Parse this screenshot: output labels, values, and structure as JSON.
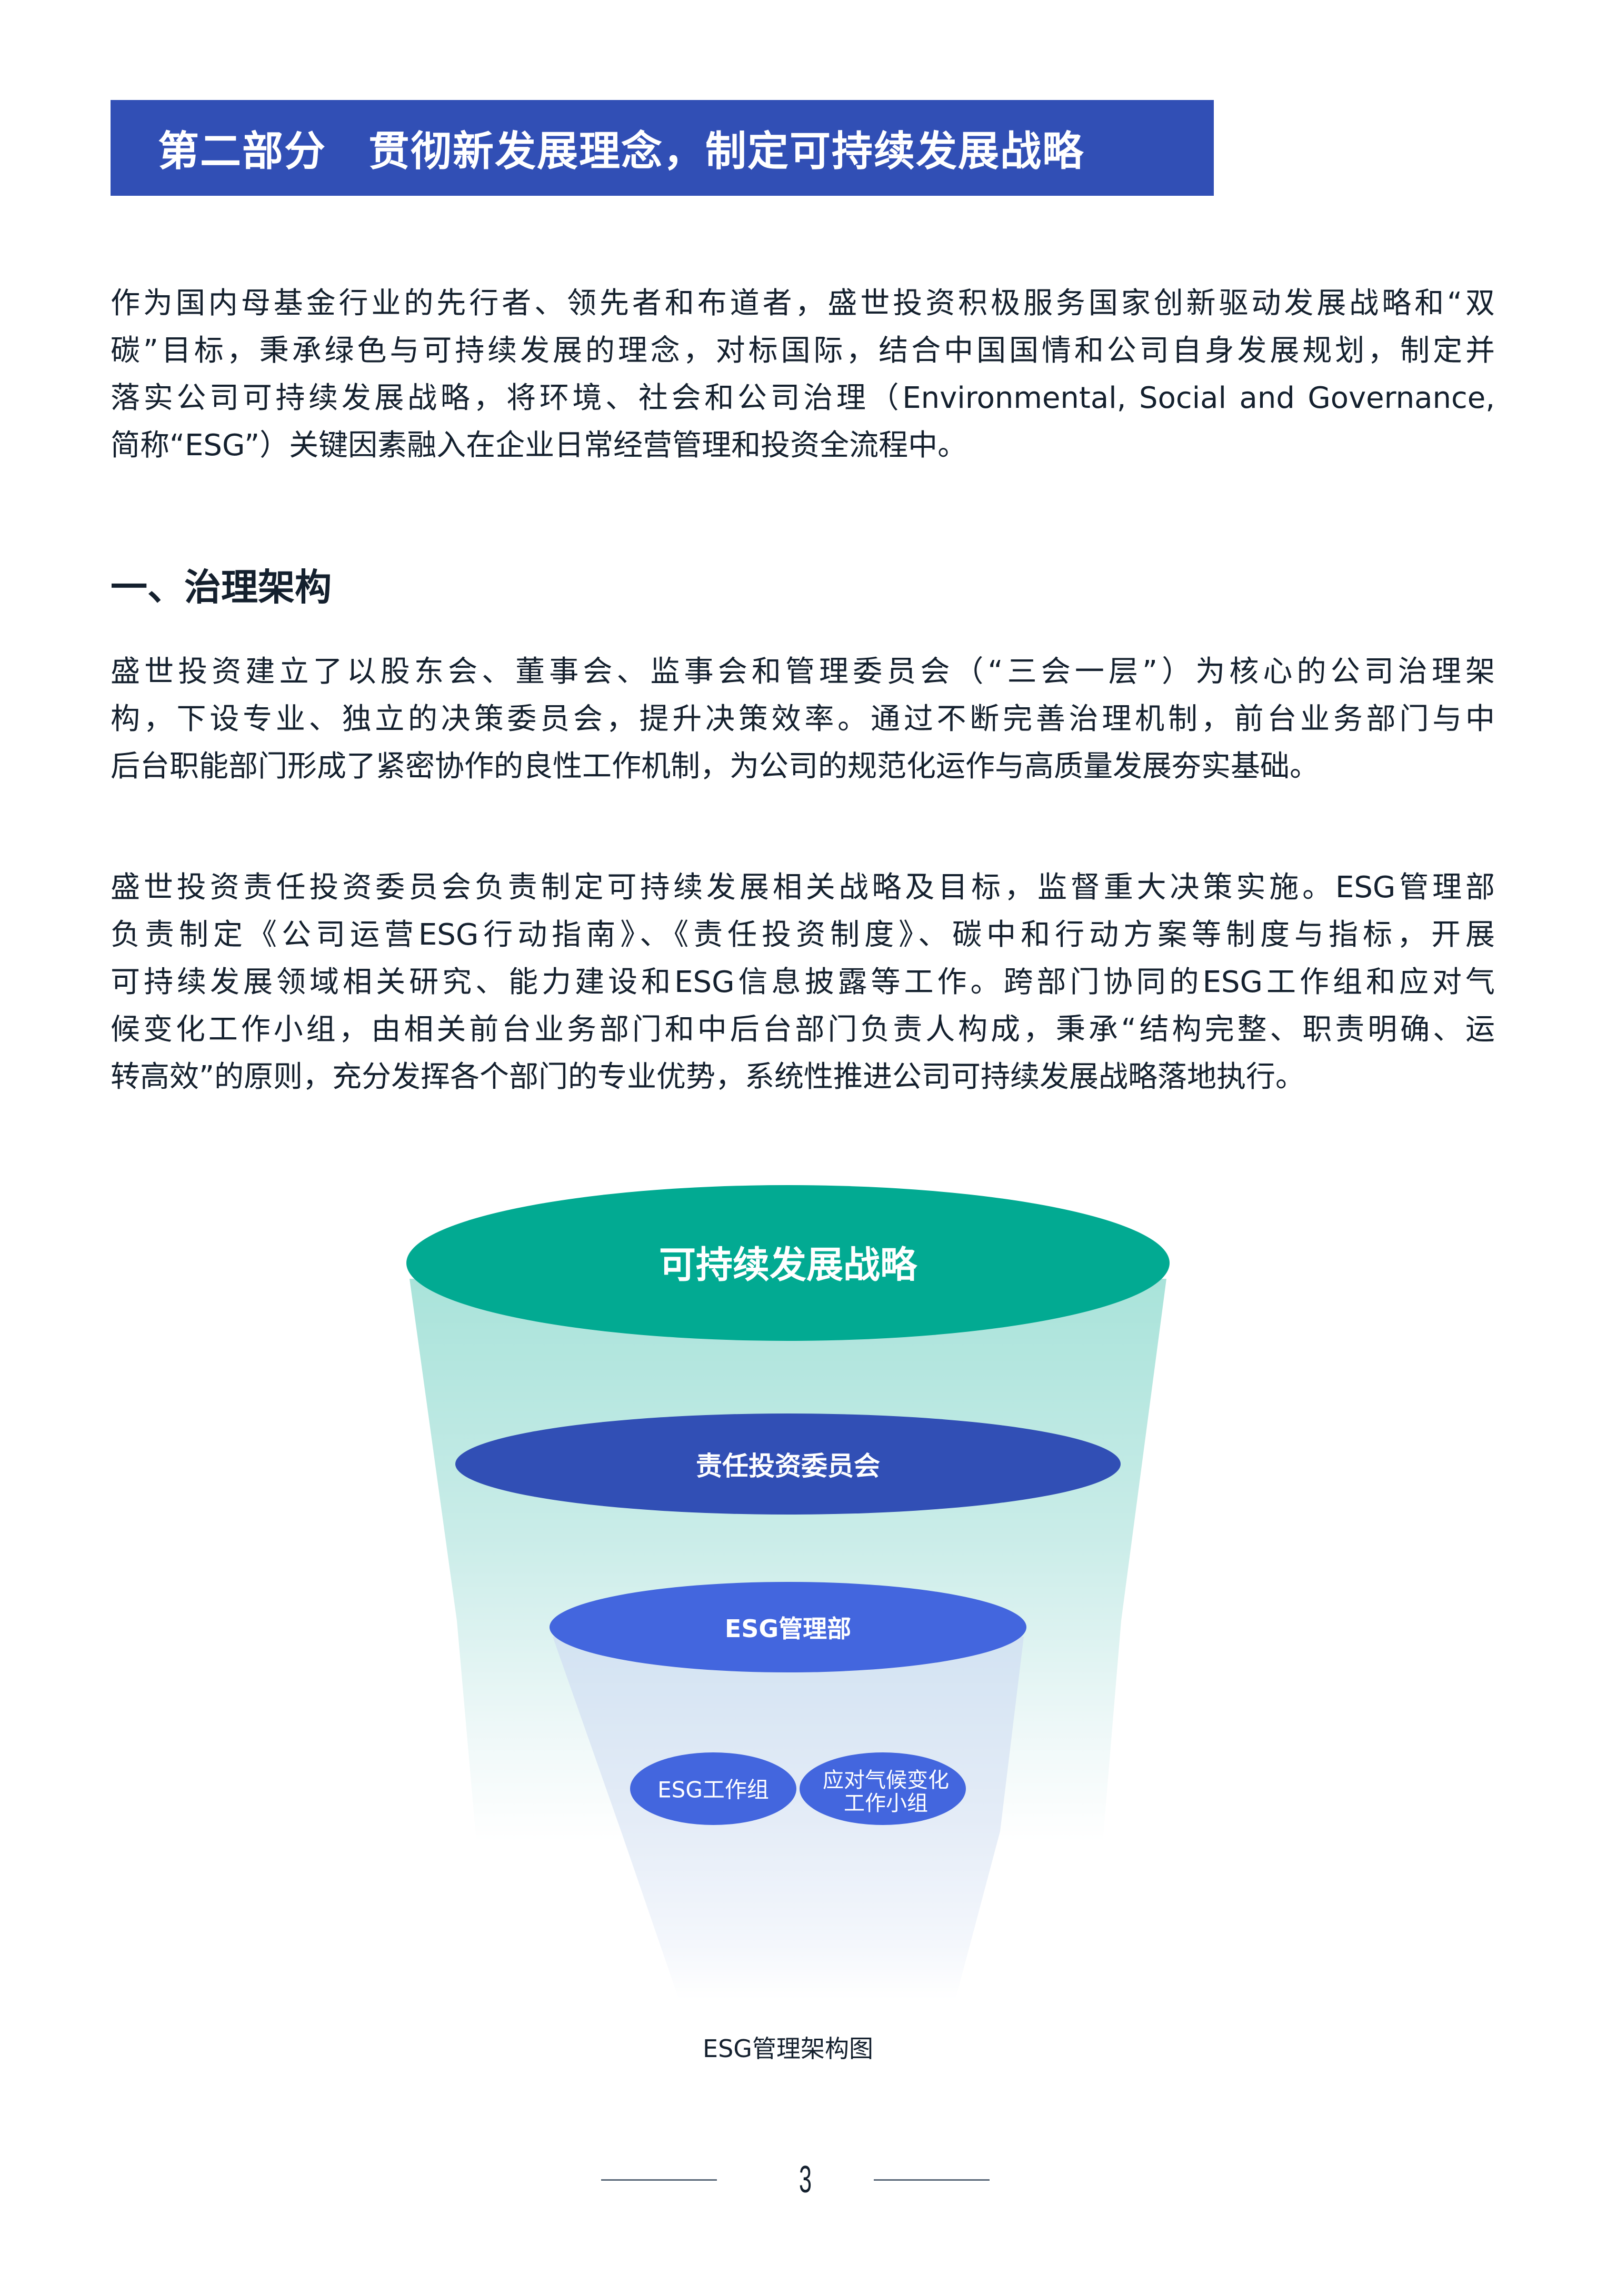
{
  "section_header": {
    "title": "第二部分　贯彻新发展理念，制定可持续发展战略",
    "background_color": "#314FB5"
  },
  "intro_paragraph": {
    "lines": [
      "作为国内母基金行业的先行者、领先者和布道者，盛世投资积极服务国家创新驱动发展战略和“双",
      "碳”目标，秉承绿色与可持续发展的理念，对标国际，结合中国国情和公司自身发展规划，制定并",
      "落实公司可持续发展战略，将环境、社会和公司治理（Environmental, Social and Governance,",
      "简称“ESG”）关键因素融入在企业日常经营管理和投资全流程中。"
    ]
  },
  "governance_section": {
    "heading": "一、治理架构",
    "paragraphs": [
      {
        "lines": [
          "盛世投资建立了以股东会、董事会、监事会和管理委员会（“三会一层”）为核心的公司治理架",
          "构，下设专业、独立的决策委员会，提升决策效率。通过不断完善治理机制，前台业务部门与中",
          "后台职能部门形成了紧密协作的良性工作机制，为公司的规范化运作与高质量发展夯实基础。"
        ]
      },
      {
        "lines": [
          "盛世投资责任投资委员会负责制定可持续发展相关战略及目标，监督重大决策实施。ESG管理部",
          "负责制定《公司运营ESG行动指南》、《责任投资制度》、碳中和行动方案等制度与指标，开展",
          "可持续发展领域相关研究、能力建设和ESG信息披露等工作。跨部门协同的ESG工作组和应对气",
          "候变化工作小组，由相关前台业务部门和中后台部门负责人构成，秉承“结构完整、职责明确、运",
          "转高效”的原则，充分发挥各个部门的专业优势，系统性推进公司可持续发展战略落地执行。"
        ]
      }
    ]
  },
  "diagram": {
    "caption": "ESG管理架构图",
    "levels": [
      {
        "label": "可持续发展战略",
        "color": "#02AA92"
      },
      {
        "label": "责任投资委员会",
        "color": "#314FB5"
      },
      {
        "label": "ESG管理部",
        "color": "#4366DE"
      }
    ],
    "sub_groups": [
      {
        "label": "ESG工作组",
        "color": "#4366DE"
      },
      {
        "label_line1": "应对气候变化",
        "label_line2": "工作小组",
        "color": "#4366DE"
      }
    ],
    "funnel_colors": {
      "outer_top": "#A9E3DA",
      "outer_bottom": "#FFFFFF",
      "inner_top": "#D6E4F2",
      "inner_bottom": "#FFFFFF"
    }
  },
  "footer": {
    "page_number": "3"
  }
}
